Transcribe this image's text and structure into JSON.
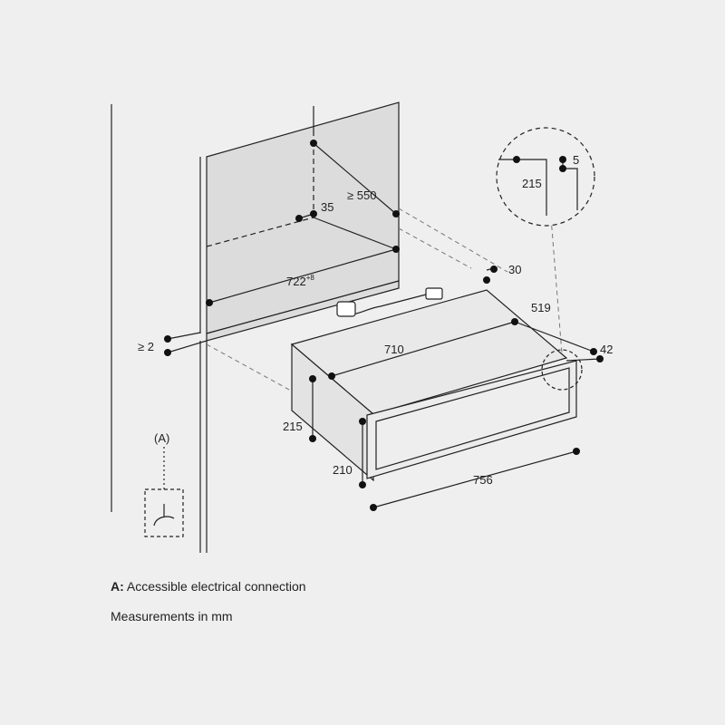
{
  "dimensions": {
    "clearance_depth": "≥ 550",
    "inset": "35",
    "niche_width": "722",
    "niche_width_tolerance": "+8",
    "rear_gap": "30",
    "body_depth": "519",
    "front_overhang": "42",
    "body_width": "710",
    "body_height": "215",
    "front_height": "210",
    "front_width": "756",
    "side_gap": "≥ 2",
    "detail_height": "215",
    "detail_offset": "5"
  },
  "callout": {
    "label": "(A)"
  },
  "legend": {
    "a_key": "A:",
    "a_text": "Accessible electrical connection",
    "units": "Measurements in mm"
  },
  "colors": {
    "background": "#efefef",
    "cabinet_fill": "#dcdcdc",
    "appliance_fill": "#e6e6e6",
    "line": "#222222"
  }
}
